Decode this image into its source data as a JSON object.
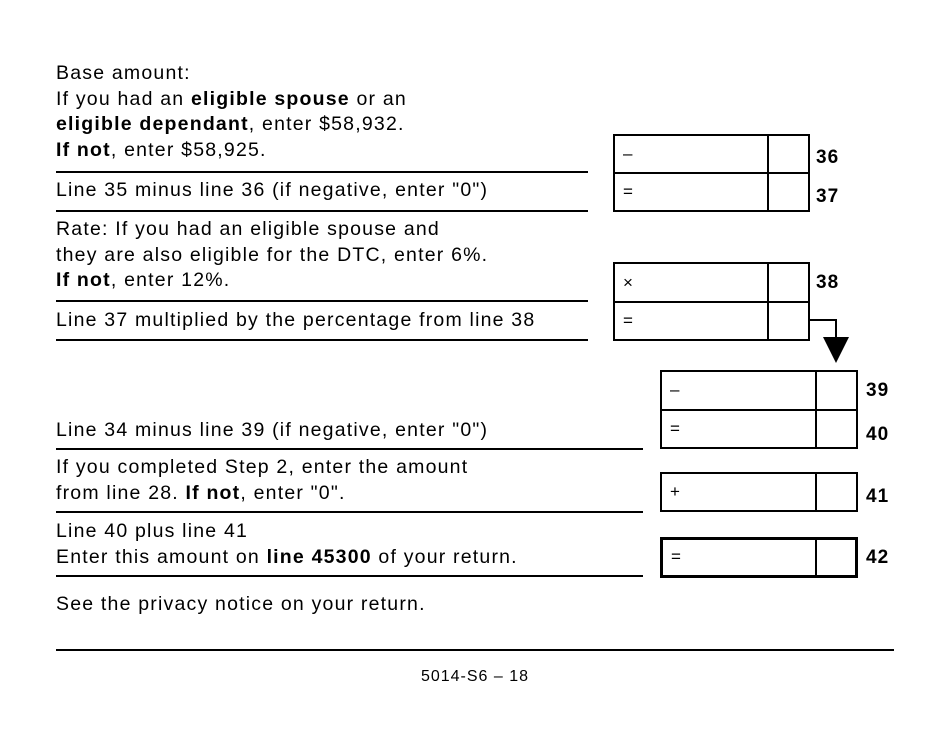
{
  "form": {
    "rows": {
      "l36": {
        "line1": "Base amount:",
        "line2_pre": "If you had an ",
        "line2_bold": "eligible spouse",
        "line2_post": " or an",
        "line3_bold": "eligible dependant",
        "line3_post": ", enter $58,932.",
        "line4_bold": "If not",
        "line4_post": ", enter $58,925.",
        "operator": "–",
        "number": "36"
      },
      "l37": {
        "text": "Line 35 minus line 36 (if negative, enter \"0\")",
        "operator": "=",
        "number": "37"
      },
      "l38": {
        "line1": "Rate: If you had an eligible spouse and",
        "line2": "they are also eligible for the DTC, enter 6%.",
        "line3_bold": "If not",
        "line3_post": ", enter 12%.",
        "operator": "×",
        "number": "38"
      },
      "l38b": {
        "text": "Line 37 multiplied by the percentage from line 38",
        "operator": "="
      },
      "l39": {
        "operator": "–",
        "number": "39"
      },
      "l40": {
        "text": "Line 34 minus line 39 (if negative, enter \"0\")",
        "operator": "=",
        "number": "40"
      },
      "l41": {
        "line1": "If you completed Step 2, enter the amount",
        "line2_pre": "from line 28. ",
        "line2_bold": "If not",
        "line2_post": ", enter \"0\".",
        "operator": "+",
        "number": "41"
      },
      "l42": {
        "line1": "Line 40 plus line 41",
        "line2_pre": "Enter this amount on ",
        "line2_bold": "line 45300",
        "line2_post": " of your return.",
        "operator": "=",
        "number": "42"
      }
    },
    "privacy_notice": "See the privacy notice on your return."
  },
  "footer": {
    "page_label": "5014-S6 – 18"
  }
}
